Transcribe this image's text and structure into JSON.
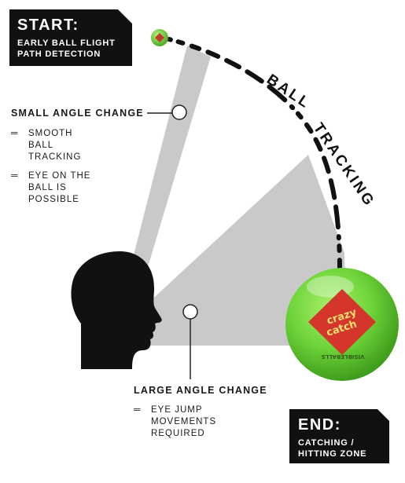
{
  "start": {
    "title": "START:",
    "line1": "EARLY BALL FLIGHT",
    "line2": "PATH DETECTION"
  },
  "end": {
    "title": "END:",
    "line1": "CATCHING /",
    "line2": "HITTING ZONE"
  },
  "path_label": "BALL TRACKING",
  "small_angle": {
    "heading": "SMALL ANGLE CHANGE",
    "item1": [
      "SMOOTH",
      "BALL",
      "TRACKING"
    ],
    "item2": [
      "EYE ON THE",
      "BALL IS",
      "POSSIBLE"
    ]
  },
  "large_angle": {
    "heading": "LARGE ANGLE CHANGE",
    "item1": [
      "EYE JUMP",
      "MOVEMENTS",
      "REQUIRED"
    ]
  },
  "ball_logo": {
    "line1": "crazy",
    "line2": "catch",
    "line3": "VISIBLEBALLS"
  },
  "colors": {
    "badge": "#111111",
    "cone": "#c9c9c9",
    "ball_green": "#6fd43a",
    "ball_diamond": "#d4362c",
    "head": "#111111"
  }
}
